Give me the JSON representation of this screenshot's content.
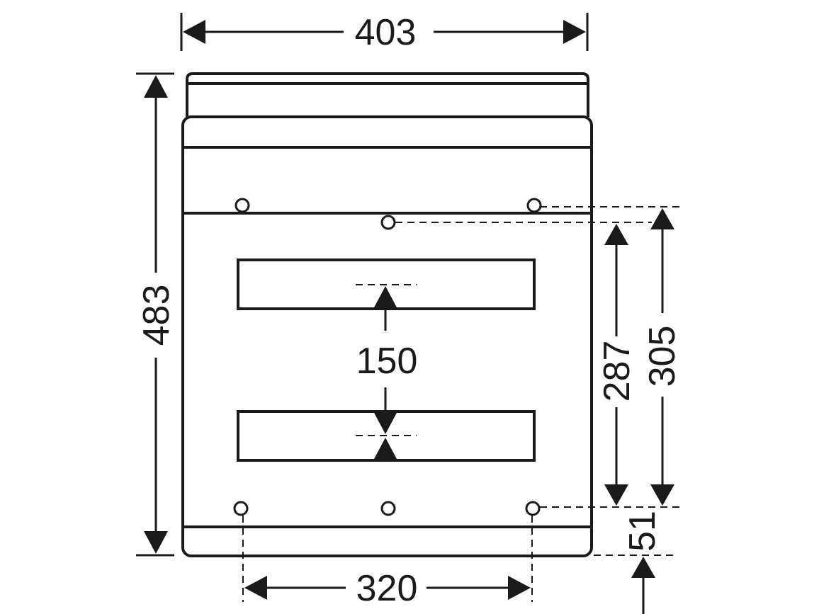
{
  "dimensions": {
    "overall_width": "403",
    "overall_height": "483",
    "hole_spacing_horizontal": "320",
    "rail_spacing": "150",
    "mounting_height_inner": "287",
    "mounting_height_outer": "305",
    "bottom_offset": "51"
  },
  "colors": {
    "line": "#1a1a1a",
    "background": "#ffffff"
  }
}
